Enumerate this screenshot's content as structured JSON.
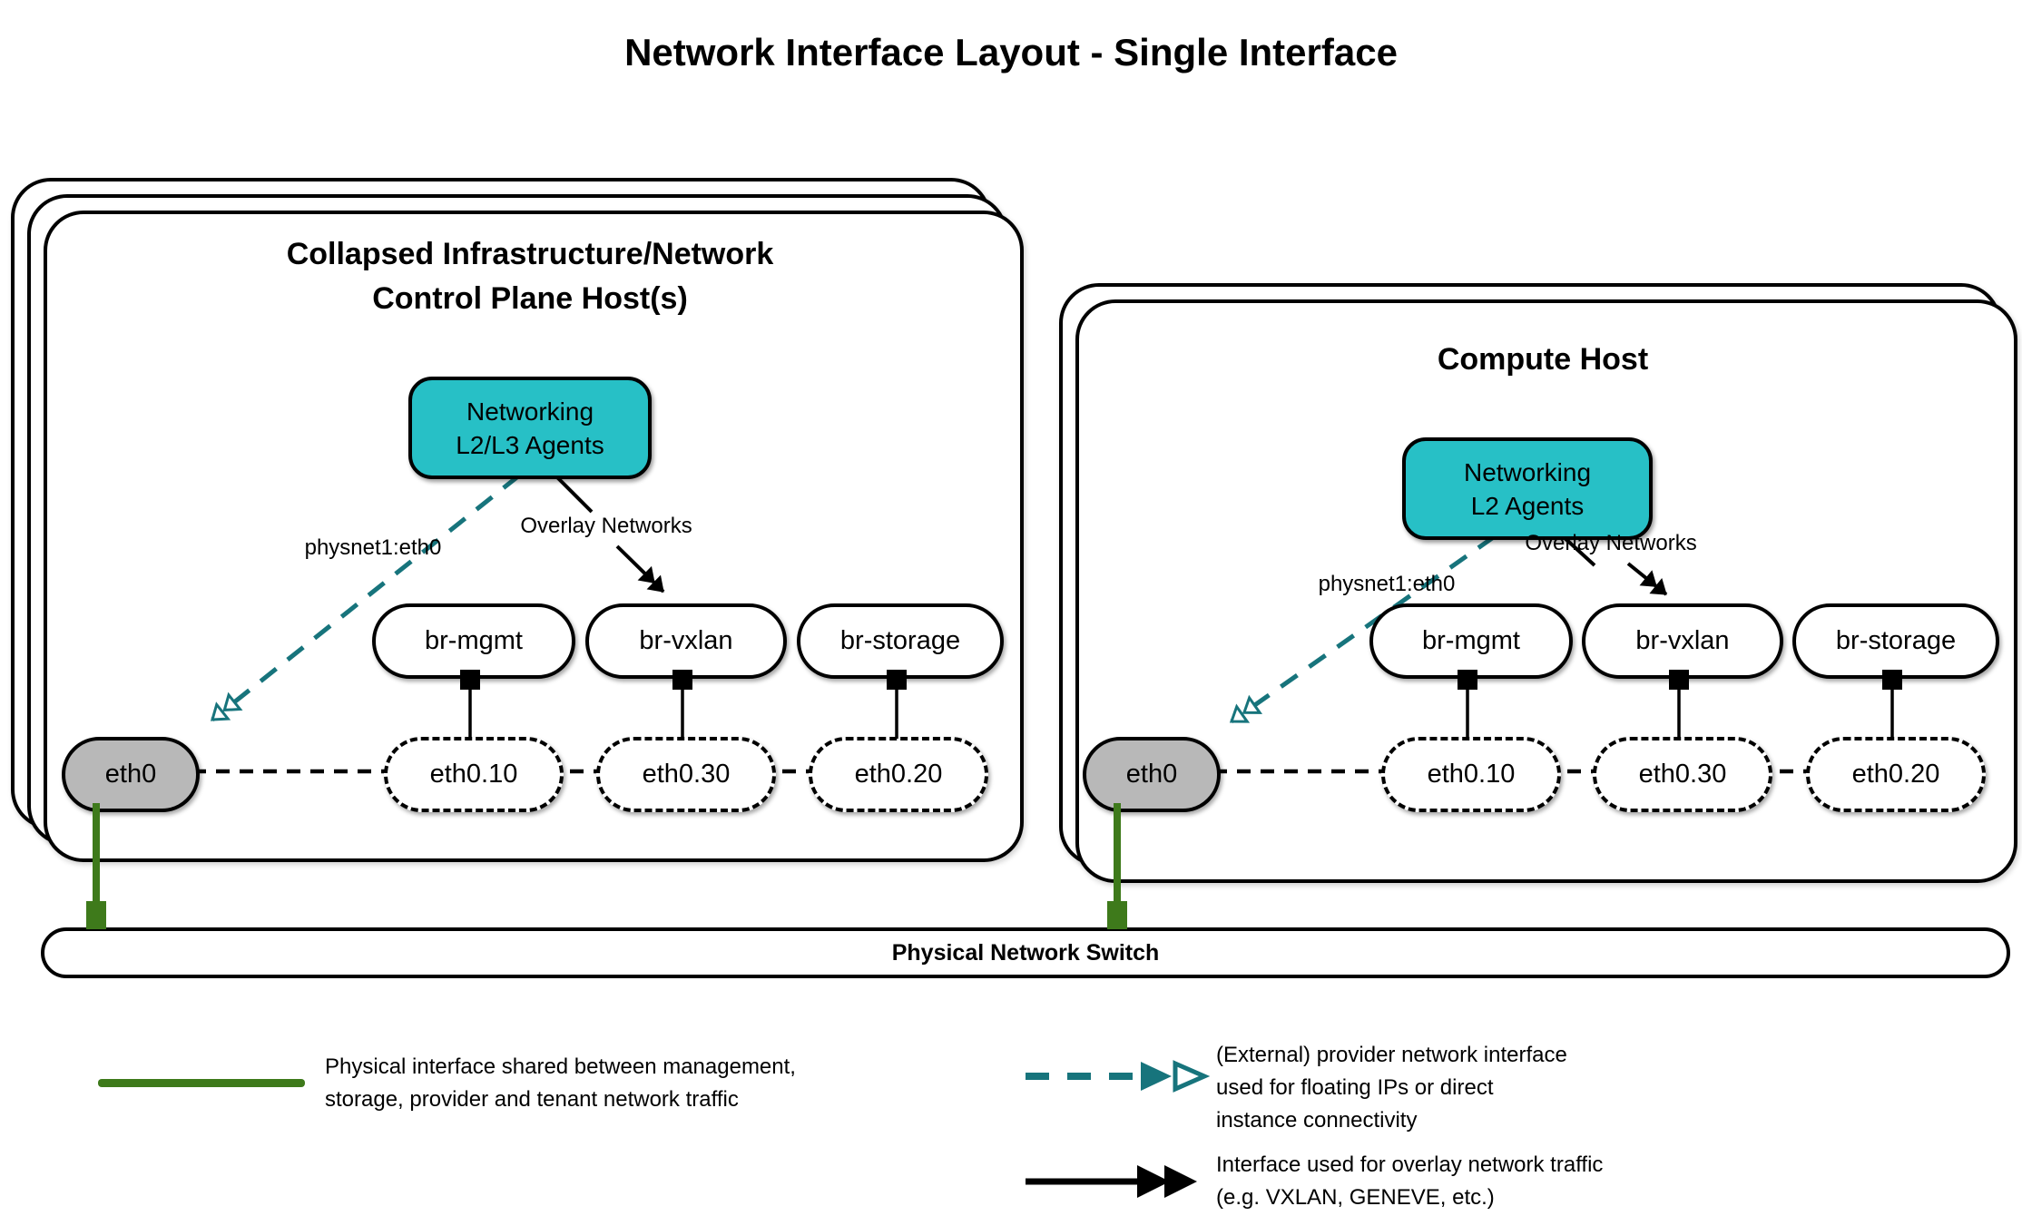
{
  "title": "Network Interface Layout - Single Interface",
  "colors": {
    "teal": "#27c0c6",
    "teal_dark": "#17747c",
    "green": "#3e7a1b",
    "gray": "#b8b8b8"
  },
  "hosts": [
    {
      "title_line1": "Collapsed Infrastructure/Network",
      "title_line2": "Control Plane Host(s)",
      "agent_line1": "Networking",
      "agent_line2": "L2/L3 Agents",
      "provider_label": "physnet1:eth0",
      "overlay_label": "Overlay Networks",
      "bridges": [
        "br-mgmt",
        "br-vxlan",
        "br-storage"
      ],
      "physical_interface": "eth0",
      "vlans": [
        "eth0.10",
        "eth0.30",
        "eth0.20"
      ]
    },
    {
      "title_line1": "Compute Host",
      "title_line2": "",
      "agent_line1": "Networking",
      "agent_line2": "L2 Agents",
      "provider_label": "physnet1:eth0",
      "overlay_label": "Overlay Networks",
      "bridges": [
        "br-mgmt",
        "br-vxlan",
        "br-storage"
      ],
      "physical_interface": "eth0",
      "vlans": [
        "eth0.10",
        "eth0.30",
        "eth0.20"
      ]
    }
  ],
  "switch": {
    "label": "Physical Network Switch"
  },
  "legend": {
    "items": [
      {
        "id": "physical-interface",
        "text": "Physical interface shared between management,\nstorage, provider and tenant network traffic"
      },
      {
        "id": "provider-network",
        "text": "(External) provider network interface\nused for floating IPs or direct\ninstance connectivity"
      },
      {
        "id": "overlay-network",
        "text": "Interface used for overlay network traffic\n(e.g. VXLAN, GENEVE, etc.)"
      }
    ]
  }
}
